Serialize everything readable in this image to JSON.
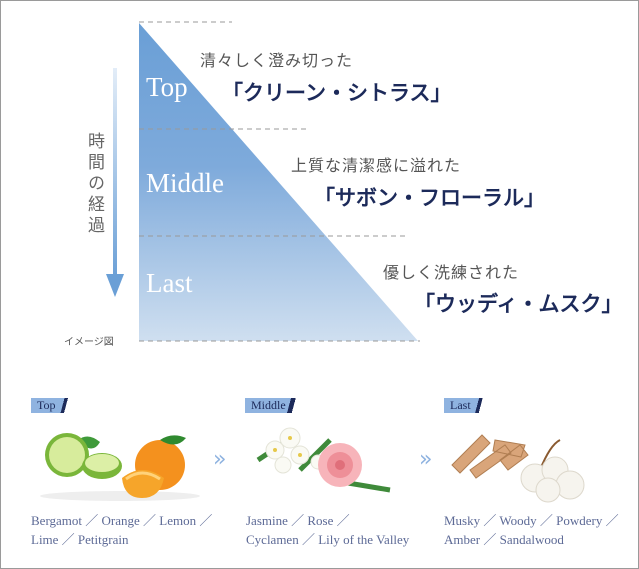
{
  "timeline": {
    "axis_label": "時間の経過",
    "image_note": "イメージ図",
    "stages": [
      {
        "label": "Top",
        "description": "清々しく澄み切った",
        "name": "「クリーン・シトラス」"
      },
      {
        "label": "Middle",
        "description": "上質な清潔感に溢れた",
        "name": "「サボン・フローラル」"
      },
      {
        "label": "Last",
        "description": "優しく洗練された",
        "name": "「ウッディ・ムスク」"
      }
    ]
  },
  "notes": [
    {
      "badge": "Top",
      "line1": "Bergamot ／ Orange ／ Lemon ／",
      "line2": "Lime ／ Petitgrain"
    },
    {
      "badge": "Middle",
      "line1": "Jasmine ／ Rose ／",
      "line2": "Cyclamen ／ Lily of the Valley"
    },
    {
      "badge": "Last",
      "line1": "Musky ／ Woody ／ Powdery ／",
      "line2": "Amber ／ Sandalwood"
    }
  ],
  "separator": "»",
  "colors": {
    "accent": "#6a9fd6",
    "navy": "#1c2a5a",
    "note_text": "#5d6a96"
  }
}
